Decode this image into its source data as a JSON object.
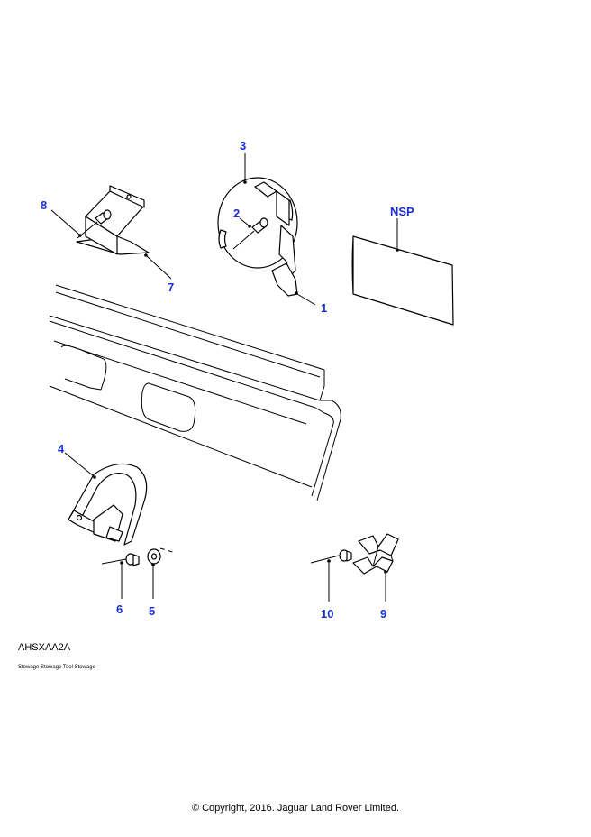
{
  "diagram": {
    "callouts": [
      "3",
      "8",
      "2",
      "NSP",
      "7",
      "1",
      "4",
      "6",
      "5",
      "10",
      "9"
    ],
    "figure_code": "AHSXAA2A",
    "figure_title": "Stowage Stowage Tool Stowage",
    "copyright": "© Copyright, 2016. Jaguar Land Rover Limited."
  },
  "colors": {
    "callout": "#1a2fd6",
    "line": "#000000",
    "background": "#ffffff"
  }
}
